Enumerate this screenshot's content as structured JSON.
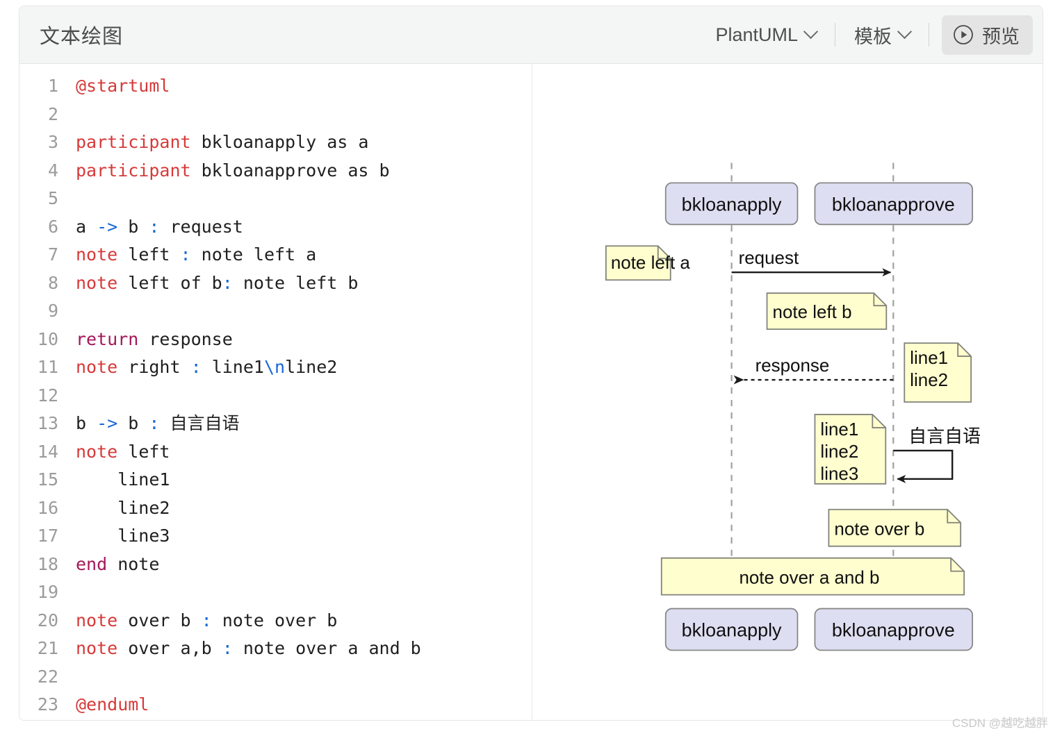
{
  "header": {
    "title": "文本绘图",
    "language_select": {
      "label": "PlantUML",
      "icon": "chevron-down-icon"
    },
    "template_select": {
      "label": "模板",
      "icon": "chevron-down-icon"
    },
    "preview_button": {
      "label": "预览",
      "icon": "play-circle-icon"
    }
  },
  "editor": {
    "lines": [
      {
        "n": "1",
        "tokens": [
          {
            "t": "@startuml",
            "c": "kw"
          }
        ]
      },
      {
        "n": "2",
        "tokens": []
      },
      {
        "n": "3",
        "tokens": [
          {
            "t": "participant",
            "c": "kw"
          },
          {
            "t": " bkloanapply as a",
            "c": ""
          }
        ]
      },
      {
        "n": "4",
        "tokens": [
          {
            "t": "participant",
            "c": "kw"
          },
          {
            "t": " bkloanapprove as b",
            "c": ""
          }
        ]
      },
      {
        "n": "5",
        "tokens": []
      },
      {
        "n": "6",
        "tokens": [
          {
            "t": "a ",
            "c": ""
          },
          {
            "t": "->",
            "c": "op"
          },
          {
            "t": " b ",
            "c": ""
          },
          {
            "t": ":",
            "c": "op"
          },
          {
            "t": " request",
            "c": ""
          }
        ]
      },
      {
        "n": "7",
        "tokens": [
          {
            "t": "note",
            "c": "kw"
          },
          {
            "t": " left ",
            "c": ""
          },
          {
            "t": ":",
            "c": "op"
          },
          {
            "t": " note left a",
            "c": ""
          }
        ]
      },
      {
        "n": "8",
        "tokens": [
          {
            "t": "note",
            "c": "kw"
          },
          {
            "t": " left of b",
            "c": ""
          },
          {
            "t": ":",
            "c": "op"
          },
          {
            "t": " note left b",
            "c": ""
          }
        ]
      },
      {
        "n": "9",
        "tokens": []
      },
      {
        "n": "10",
        "tokens": [
          {
            "t": "return",
            "c": "kw2"
          },
          {
            "t": " response",
            "c": ""
          }
        ]
      },
      {
        "n": "11",
        "tokens": [
          {
            "t": "note",
            "c": "kw"
          },
          {
            "t": " right ",
            "c": ""
          },
          {
            "t": ":",
            "c": "op"
          },
          {
            "t": " line1",
            "c": ""
          },
          {
            "t": "\\n",
            "c": "op"
          },
          {
            "t": "line2",
            "c": ""
          }
        ]
      },
      {
        "n": "12",
        "tokens": []
      },
      {
        "n": "13",
        "tokens": [
          {
            "t": "b ",
            "c": ""
          },
          {
            "t": "->",
            "c": "op"
          },
          {
            "t": " b ",
            "c": ""
          },
          {
            "t": ":",
            "c": "op"
          },
          {
            "t": " 自言自语",
            "c": ""
          }
        ]
      },
      {
        "n": "14",
        "tokens": [
          {
            "t": "note",
            "c": "kw"
          },
          {
            "t": " left",
            "c": ""
          }
        ]
      },
      {
        "n": "15",
        "tokens": [
          {
            "t": "    line1",
            "c": ""
          }
        ]
      },
      {
        "n": "16",
        "tokens": [
          {
            "t": "    line2",
            "c": ""
          }
        ]
      },
      {
        "n": "17",
        "tokens": [
          {
            "t": "    line3",
            "c": ""
          }
        ]
      },
      {
        "n": "18",
        "tokens": [
          {
            "t": "end",
            "c": "kw2"
          },
          {
            "t": " note",
            "c": ""
          }
        ]
      },
      {
        "n": "19",
        "tokens": []
      },
      {
        "n": "20",
        "tokens": [
          {
            "t": "note",
            "c": "kw"
          },
          {
            "t": " over b ",
            "c": ""
          },
          {
            "t": ":",
            "c": "op"
          },
          {
            "t": " note over b",
            "c": ""
          }
        ]
      },
      {
        "n": "21",
        "tokens": [
          {
            "t": "note",
            "c": "kw"
          },
          {
            "t": " over a,b ",
            "c": ""
          },
          {
            "t": ":",
            "c": "op"
          },
          {
            "t": " note over a and b",
            "c": ""
          }
        ]
      },
      {
        "n": "22",
        "tokens": []
      },
      {
        "n": "23",
        "tokens": [
          {
            "t": "@enduml",
            "c": "kw"
          }
        ]
      }
    ]
  },
  "diagram": {
    "type": "uml-sequence-diagram",
    "colors": {
      "participant_fill": "#DEDEF2",
      "participant_stroke": "#888888",
      "note_fill": "#FEFECE",
      "note_stroke": "#82827C",
      "lifeline_stroke": "#A0A0A0",
      "arrow_stroke": "#1A1A1A"
    },
    "participants": [
      {
        "name": "bkloanapply",
        "alias": "a"
      },
      {
        "name": "bkloanapprove",
        "alias": "b"
      }
    ],
    "messages": [
      {
        "from": "a",
        "to": "b",
        "label": "request",
        "style": "solid"
      },
      {
        "from": "b",
        "to": "a",
        "label": "response",
        "style": "dotted"
      },
      {
        "from": "b",
        "to": "b",
        "label": "自言自语",
        "style": "self"
      }
    ],
    "notes": [
      {
        "text": "note left a",
        "placement": "left of a"
      },
      {
        "text": "note left b",
        "placement": "left of b"
      },
      {
        "text": "line1\nline2",
        "placement": "right of b"
      },
      {
        "text": "line1\nline2\nline3",
        "placement": "left of b"
      },
      {
        "text": "note over b",
        "placement": "over b"
      },
      {
        "text": "note over a and b",
        "placement": "over a,b"
      }
    ]
  },
  "watermark": {
    "text": "CSDN @越吃越胖"
  }
}
